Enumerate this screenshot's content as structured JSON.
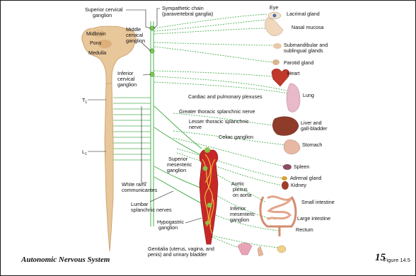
{
  "labels": {
    "superior_cervical_ganglion": [
      "Superior cervical",
      "ganglion"
    ],
    "sympathetic_chain": [
      "Sympathetic chain",
      "(paravertebral ganglia)"
    ],
    "eye": "Eye",
    "lacrimal_gland": "Lacrimal gland",
    "nasal_mucosa": "Nasal mucosa",
    "midbrain": "Midbrain",
    "pons": "Pons",
    "medulla": "Medulla",
    "middle_cervical_ganglion": [
      "Middle",
      "cervical",
      "ganglion"
    ],
    "submandibular": [
      "Submandibular and",
      "sublingual glands"
    ],
    "parotid_gland": "Parotid gland",
    "inferior_cervical_ganglion": [
      "Inferior",
      "cervical",
      "ganglion"
    ],
    "heart": "Heart",
    "lung": "Lung",
    "cardiac_plexuses": "Cardiac and pulmonary plexuses",
    "t1": "T",
    "t1_sub": "1",
    "greater_splanchnic": "Greater thoracic splanchnic nerve",
    "lesser_splanchnic": [
      "Lesser thoracic splanchnic",
      "nerve"
    ],
    "liver": [
      "Liver and",
      "gall-bladder"
    ],
    "celiac_ganglion": "Celiac ganglion",
    "stomach": "Stomach",
    "l1": "L",
    "l1_sub": "1",
    "superior_mesenteric": [
      "Superior",
      "mesenteric",
      "ganglion"
    ],
    "spleen": "Spleen",
    "adrenal_gland": "Adrenal gland",
    "kidney": "Kidney",
    "white_rami": [
      "White rami",
      "communicantes"
    ],
    "aortic_plexus": [
      "Aortic",
      "plexus",
      "on aorta"
    ],
    "small_intestine": "Small intestine",
    "lumbar_splanchnic": [
      "Lumbar",
      "splanchnic nerves"
    ],
    "inferior_mesenteric": [
      "Inferior",
      "mesenteric",
      "ganglion"
    ],
    "large_intestine": "Large intestine",
    "hypogastric": [
      "Hypogastric",
      "ganglion"
    ],
    "rectum": "Rectum",
    "genitalia": [
      "Genitalia (uterus, vagina, and",
      "penis) and urinary bladder"
    ]
  },
  "footer": {
    "title": "Autonomic Nervous System",
    "page_number": "15",
    "figure_ref": "Figure 14.5"
  },
  "colors": {
    "spinal_cord": "#e8c79a",
    "spinal_cord_edge": "#c79a63",
    "nerve_green": "#4caf50",
    "aorta_red": "#c62828",
    "plexus_yellow": "#f4d03f",
    "ganglion_green": "#8bc34a"
  }
}
